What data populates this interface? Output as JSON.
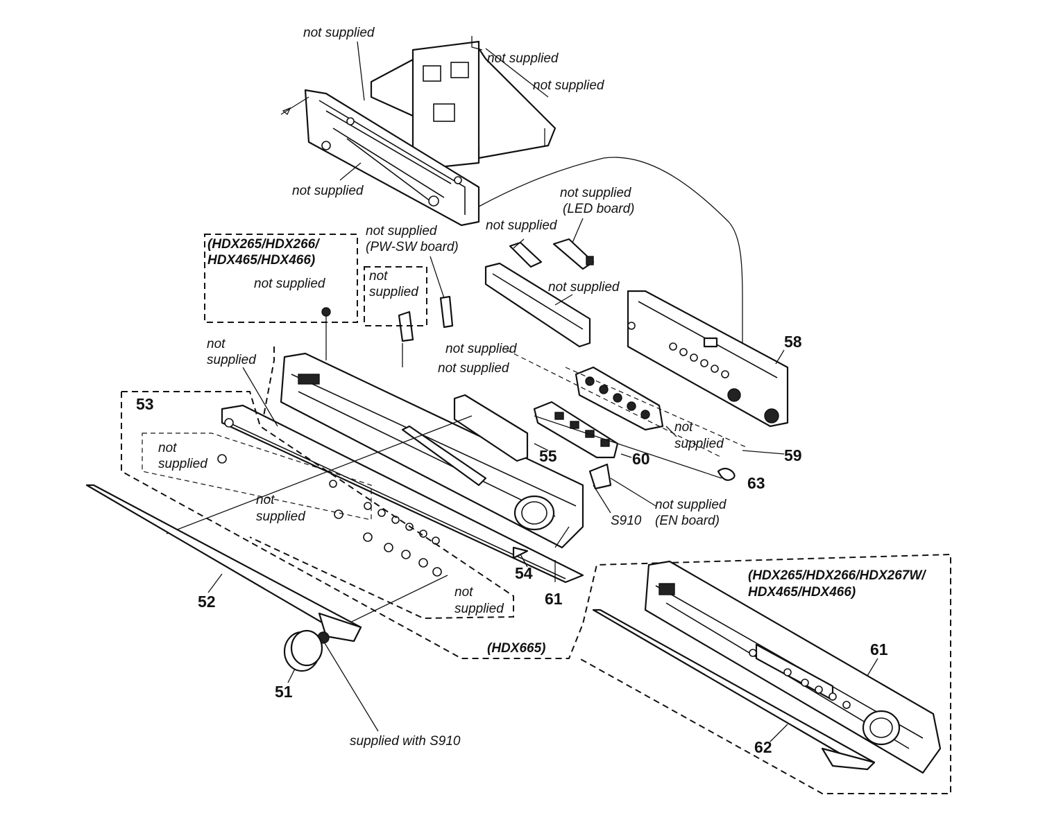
{
  "labels": {
    "ns_top": "not supplied",
    "ns_right1": "not supplied",
    "ns_right2": "not supplied",
    "ns_chassis": "not supplied",
    "ns_led_1": "not supplied",
    "ns_led_2": "(LED board)",
    "ns_mid": "not supplied",
    "ns_pwsw_1": "not supplied",
    "ns_pwsw_2": "(PW-SW board)",
    "model_box_1_line1": "(HDX265/HDX266/",
    "model_box_1_line2": "HDX465/HDX466)",
    "ns_box1": "not supplied",
    "ns_box2_1": "not",
    "ns_box2_2": "supplied",
    "ns_frame": "not supplied",
    "ns_left_1": "not",
    "ns_left_2": "supplied",
    "ns_center_1": "not supplied",
    "ns_center_2": "not supplied",
    "ns_53_1": "not",
    "ns_53_2": "supplied",
    "ns_front_1": "not",
    "ns_front_2": "supplied",
    "ns_right_mid_1": "not",
    "ns_right_mid_2": "supplied",
    "ns_en_1": "not supplied",
    "ns_en_2": "(EN board)",
    "s910": "S910",
    "ns_bottom_1": "not",
    "ns_bottom_2": "supplied",
    "hdx665": "(HDX665)",
    "model_box_2_line1": "(HDX265/HDX266/HDX267W/",
    "model_box_2_line2": "HDX465/HDX466)",
    "supplied_with": "supplied with S910"
  },
  "part_numbers": {
    "p51": "51",
    "p52": "52",
    "p53": "53",
    "p54": "54",
    "p55": "55",
    "p58": "58",
    "p59": "59",
    "p60": "60",
    "p61a": "61",
    "p61b": "61",
    "p62": "62",
    "p63": "63"
  }
}
